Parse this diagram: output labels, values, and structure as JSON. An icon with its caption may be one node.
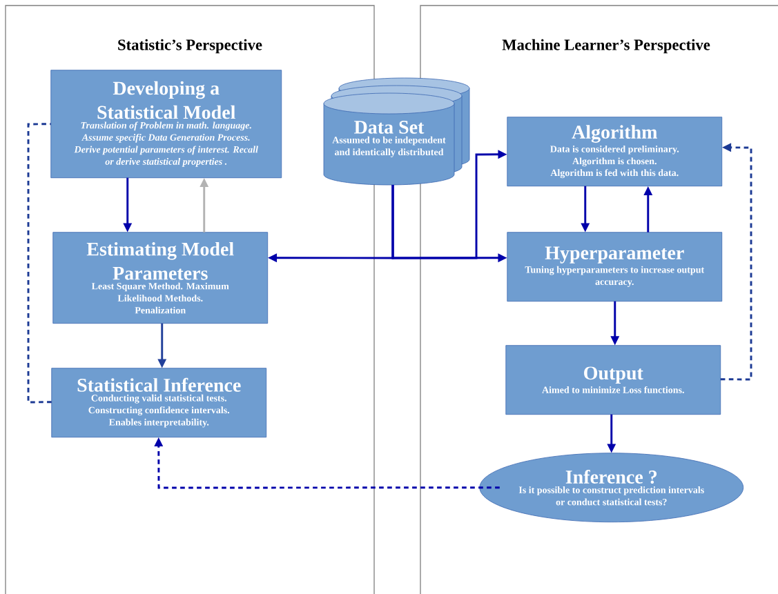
{
  "diagram": {
    "nodes": [
      {
        "text": [
          "Statistic’s Perspective"
        ]
      },
      {
        "text": [
          "Machine Learner’s Perspective"
        ]
      },
      {
        "text": [
          "Developing a Statistical Model",
          "Translation of Problem in math. language. Assume specific Data Generation Process. Derive potential parameters of interest. Recall or derive statistical properties ."
        ],
        "in": 0
      },
      {
        "text": [
          "Estimating Model Parameters",
          "Least Square Method. Maximum Likelihood Methods. Penalization"
        ],
        "in": 0
      },
      {
        "text": [
          "Statistical Inference",
          "Conducting valid statistical tests. Constructing confidence intervals. Enables interpretability."
        ],
        "in": 0
      },
      {
        "text": [
          "Data Set",
          "Assumed to be independent and identically distributed"
        ]
      },
      {
        "text": [
          "Algorithm",
          "Data is considered preliminary. Algorithm is chosen.",
          "Algorithm is fed with this data."
        ],
        "in": 1
      },
      {
        "text": [
          "Hyperparameter",
          "Tuning hyperparameters to increase output accuracy."
        ],
        "in": 1
      },
      {
        "text": [
          "Output",
          "Aimed to minimize Loss functions."
        ],
        "in": 1
      },
      {
        "text": [
          "Inference ?",
          "Is it possible to construct prediction intervals or conduct statistical tests?"
        ],
        "in": 1
      }
    ],
    "edges": [
      {
        "from": 2,
        "to": 3,
        "arrow": "to"
      },
      {
        "from": 3,
        "to": 2,
        "arrow": "to",
        "color": "#b3b3b3"
      },
      {
        "from": 3,
        "to": 4,
        "arrow": "to",
        "color": "#22409a"
      },
      {
        "from": 5,
        "to": 3,
        "arrow": "to"
      },
      {
        "from": 5,
        "to": 6,
        "arrow": "to"
      },
      {
        "from": 5,
        "to": 7,
        "arrow": "to"
      },
      {
        "from": 6,
        "to": 7,
        "arrow": "to"
      },
      {
        "from": 7,
        "to": 6,
        "arrow": "to"
      },
      {
        "from": 7,
        "to": 8,
        "arrow": "to"
      },
      {
        "from": 8,
        "to": 9,
        "arrow": "to"
      },
      {
        "from": 8,
        "to": 6,
        "arrow": "to",
        "style": "dashed",
        "color": "#1c3a94"
      },
      {
        "from": 4,
        "to": 2,
        "arrow": "none",
        "style": "dashed",
        "color": "#1c3a94"
      },
      {
        "from": 9,
        "to": 4,
        "arrow": "to",
        "style": "dashed"
      }
    ]
  }
}
